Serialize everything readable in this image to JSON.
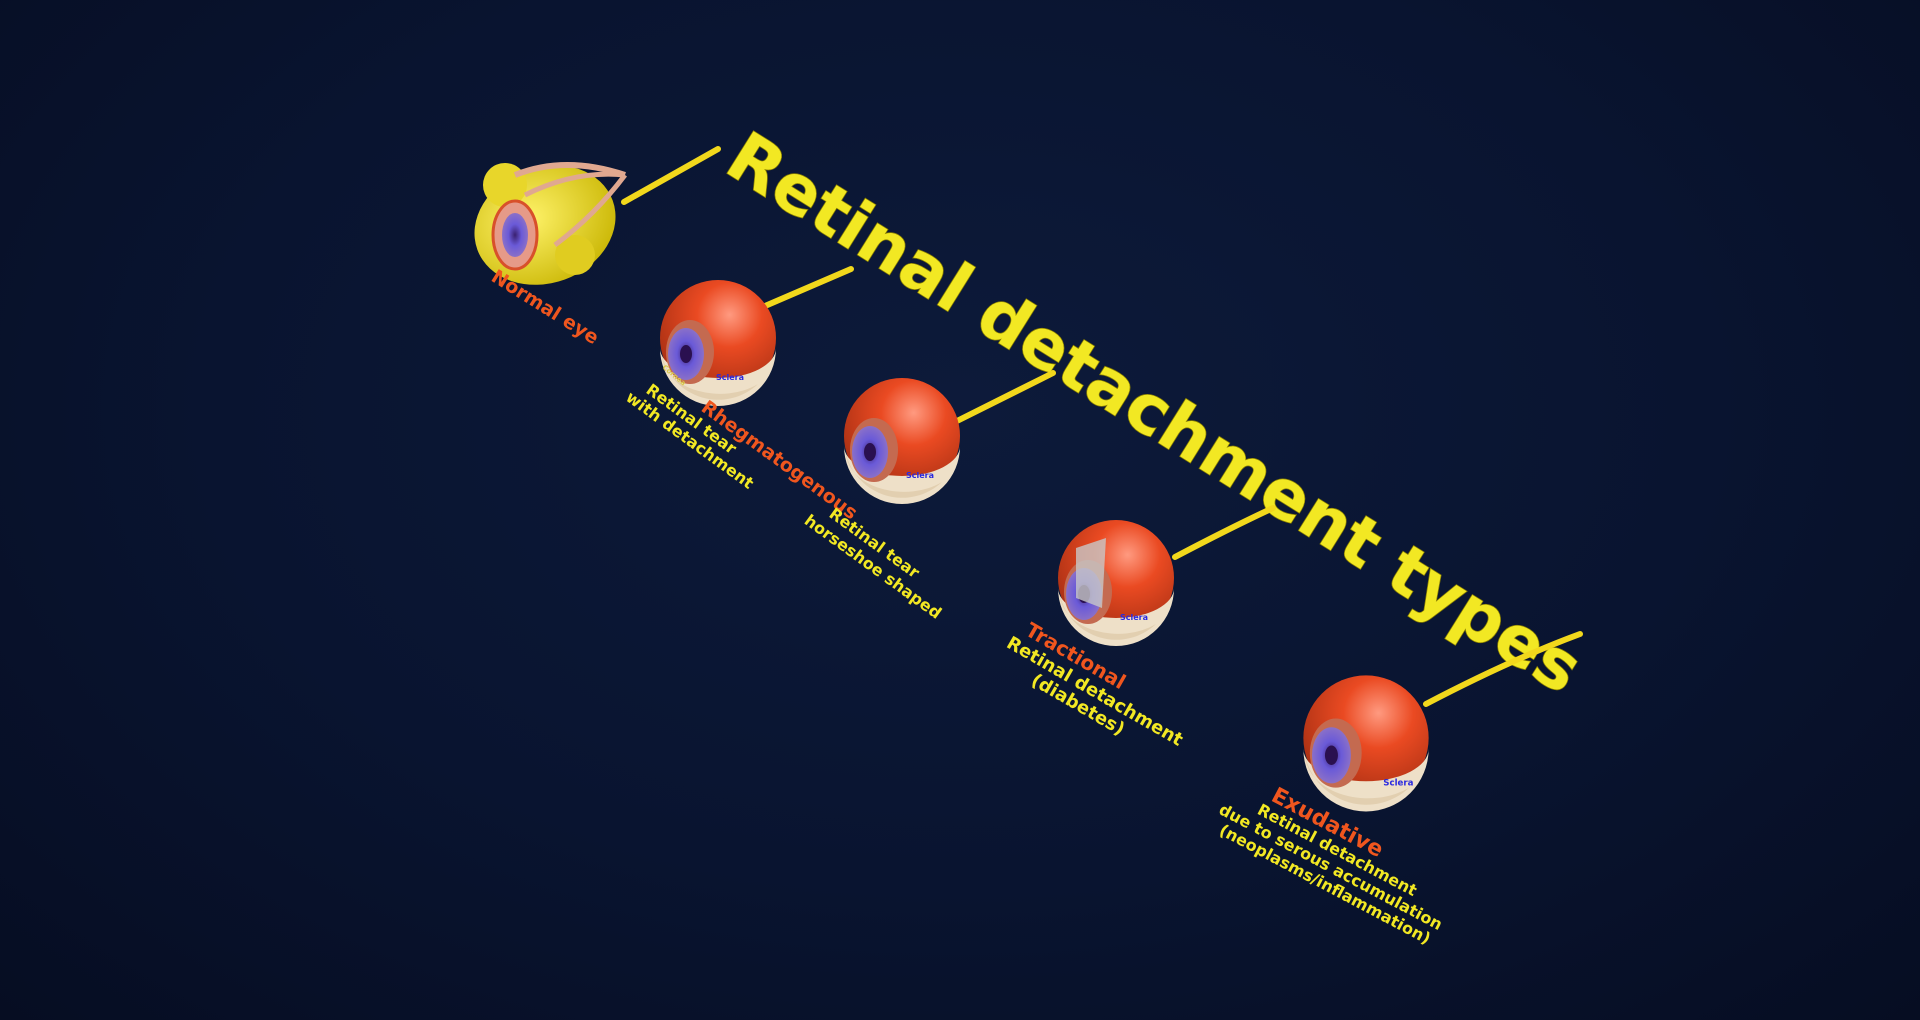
{
  "title": "Retinal detachment types",
  "colors": {
    "background": "#091430",
    "title": "#f2e823",
    "type_label": "#f0561e",
    "description": "#f2e823",
    "eye_red": "#e0421c",
    "sclera": "#eee0c8",
    "iris": "#6a5ad8"
  },
  "normal_eye": {
    "label": "Normal eye"
  },
  "eye_part_labels": {
    "sclera": "Sclera",
    "cornea": "Cornea"
  },
  "types": [
    {
      "name": "Rhegmatogenous",
      "lines": [
        "Retinal tear",
        "with detachment"
      ]
    },
    {
      "name": "",
      "lines": [
        "Retinal tear",
        "horseshoe shaped"
      ]
    },
    {
      "name": "Tractional",
      "lines": [
        "Retinal detachment",
        "(diabetes)"
      ]
    },
    {
      "name": "Exudative",
      "lines": [
        "Retinal detachment",
        "due to serous accumulation",
        "(neoplasms/inflammation)"
      ]
    }
  ]
}
